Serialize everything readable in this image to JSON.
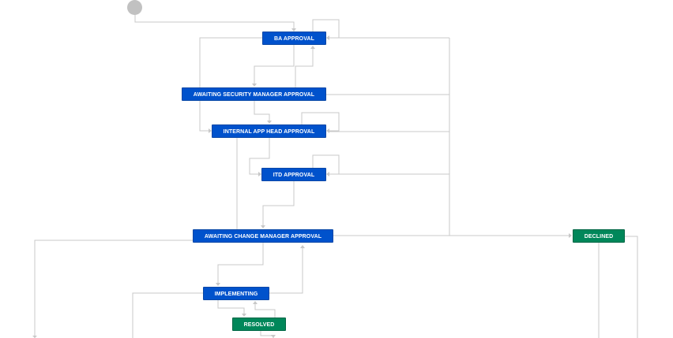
{
  "workflow": {
    "statuses": {
      "ba_approval": "BA APPROVAL",
      "awaiting_security": "AWAITING SECURITY MANAGER APPROVAL",
      "internal_app_head": "INTERNAL APP HEAD APPROVAL",
      "itd_approval": "ITD APPROVAL",
      "awaiting_change_manager": "AWAITING CHANGE MANAGER APPROVAL",
      "implementing": "IMPLEMENTING",
      "resolved": "RESOLVED",
      "declined": "DECLINED"
    },
    "colors": {
      "in_progress": "#0052cc",
      "done": "#00875a",
      "connector": "#c8c8c8",
      "start": "#c1c1c1"
    }
  }
}
